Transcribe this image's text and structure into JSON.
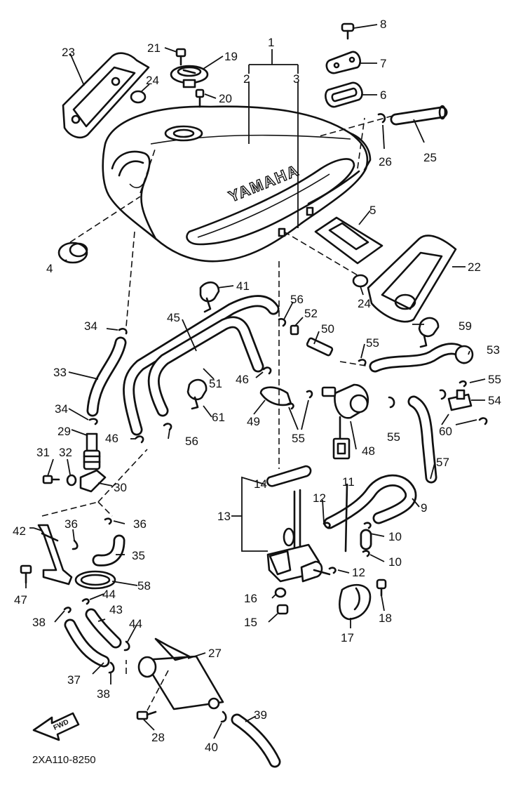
{
  "diagram": {
    "reference_code": "2XA110-8250",
    "tank_brand": "YAMAHA",
    "fwd_arrow_label": "FWD",
    "parts": [
      {
        "id": "p1",
        "label": "1"
      },
      {
        "id": "p2",
        "label": "2"
      },
      {
        "id": "p3",
        "label": "3"
      },
      {
        "id": "p4",
        "label": "4"
      },
      {
        "id": "p5",
        "label": "5"
      },
      {
        "id": "p6",
        "label": "6"
      },
      {
        "id": "p7",
        "label": "7"
      },
      {
        "id": "p8",
        "label": "8"
      },
      {
        "id": "p9",
        "label": "9"
      },
      {
        "id": "p10a",
        "label": "10"
      },
      {
        "id": "p10b",
        "label": "10"
      },
      {
        "id": "p11",
        "label": "11"
      },
      {
        "id": "p12a",
        "label": "12"
      },
      {
        "id": "p12b",
        "label": "12"
      },
      {
        "id": "p13",
        "label": "13"
      },
      {
        "id": "p14",
        "label": "14"
      },
      {
        "id": "p15",
        "label": "15"
      },
      {
        "id": "p16",
        "label": "16"
      },
      {
        "id": "p17",
        "label": "17"
      },
      {
        "id": "p18",
        "label": "18"
      },
      {
        "id": "p19",
        "label": "19"
      },
      {
        "id": "p20",
        "label": "20"
      },
      {
        "id": "p21",
        "label": "21"
      },
      {
        "id": "p22",
        "label": "22"
      },
      {
        "id": "p23",
        "label": "23"
      },
      {
        "id": "p24a",
        "label": "24"
      },
      {
        "id": "p24b",
        "label": "24"
      },
      {
        "id": "p25",
        "label": "25"
      },
      {
        "id": "p26",
        "label": "26"
      },
      {
        "id": "p27",
        "label": "27"
      },
      {
        "id": "p28",
        "label": "28"
      },
      {
        "id": "p29",
        "label": "29"
      },
      {
        "id": "p30",
        "label": "30"
      },
      {
        "id": "p31",
        "label": "31"
      },
      {
        "id": "p32",
        "label": "32"
      },
      {
        "id": "p33",
        "label": "33"
      },
      {
        "id": "p34a",
        "label": "34"
      },
      {
        "id": "p34b",
        "label": "34"
      },
      {
        "id": "p35",
        "label": "35"
      },
      {
        "id": "p36a",
        "label": "36"
      },
      {
        "id": "p36b",
        "label": "36"
      },
      {
        "id": "p37",
        "label": "37"
      },
      {
        "id": "p38a",
        "label": "38"
      },
      {
        "id": "p38b",
        "label": "38"
      },
      {
        "id": "p39",
        "label": "39"
      },
      {
        "id": "p40",
        "label": "40"
      },
      {
        "id": "p41",
        "label": "41"
      },
      {
        "id": "p42",
        "label": "42"
      },
      {
        "id": "p43",
        "label": "43"
      },
      {
        "id": "p44a",
        "label": "44"
      },
      {
        "id": "p44b",
        "label": "44"
      },
      {
        "id": "p45",
        "label": "45"
      },
      {
        "id": "p46a",
        "label": "46"
      },
      {
        "id": "p46b",
        "label": "46"
      },
      {
        "id": "p47",
        "label": "47"
      },
      {
        "id": "p48",
        "label": "48"
      },
      {
        "id": "p49",
        "label": "49"
      },
      {
        "id": "p50",
        "label": "50"
      },
      {
        "id": "p51",
        "label": "51"
      },
      {
        "id": "p52",
        "label": "52"
      },
      {
        "id": "p53",
        "label": "53"
      },
      {
        "id": "p54",
        "label": "54"
      },
      {
        "id": "p55a",
        "label": "55"
      },
      {
        "id": "p55b",
        "label": "55"
      },
      {
        "id": "p55c",
        "label": "55"
      },
      {
        "id": "p55d",
        "label": "55"
      },
      {
        "id": "p56a",
        "label": "56"
      },
      {
        "id": "p56b",
        "label": "56"
      },
      {
        "id": "p57",
        "label": "57"
      },
      {
        "id": "p58",
        "label": "58"
      },
      {
        "id": "p59",
        "label": "59"
      },
      {
        "id": "p60",
        "label": "60"
      },
      {
        "id": "p61",
        "label": "61"
      }
    ]
  }
}
